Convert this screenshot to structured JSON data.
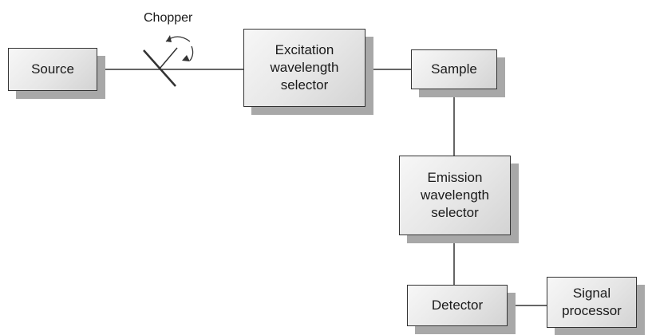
{
  "blocks": {
    "source": "Source",
    "excitation": "Excitation\nwavelength\nselector",
    "sample": "Sample",
    "emission": "Emission\nwavelength\nselector",
    "detector": "Detector",
    "signal": "Signal\nprocessor"
  },
  "chopper_label": "Chopper",
  "colors": {
    "line": "#333333",
    "shadow": "#a8a8a8",
    "fill": "#e6e6e6"
  }
}
